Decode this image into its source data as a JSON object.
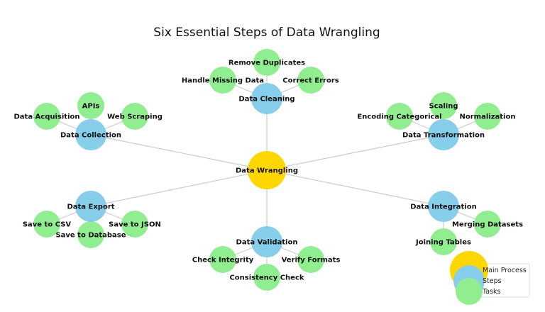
{
  "title": "Six Essential Steps of Data Wrangling",
  "colors": {
    "main": "#FFD700",
    "step": "#87CEEB",
    "task": "#90EE90",
    "edge": "#CCCCCC"
  },
  "main": "Data Wrangling",
  "steps": [
    {
      "label": "Data Cleaning",
      "tasks": [
        "Remove Duplicates",
        "Handle Missing Data",
        "Correct Errors"
      ]
    },
    {
      "label": "Data Collection",
      "tasks": [
        "APIs",
        "Data Acquisition",
        "Web Scraping"
      ]
    },
    {
      "label": "Data Transformation",
      "tasks": [
        "Scaling",
        "Encoding Categorical",
        "Normalization"
      ]
    },
    {
      "label": "Data Export",
      "tasks": [
        "Save to CSV",
        "Save to JSON",
        "Save to Database"
      ]
    },
    {
      "label": "Data Validation",
      "tasks": [
        "Check Integrity",
        "Verify Formats",
        "Consistency Check"
      ]
    },
    {
      "label": "Data Integration",
      "tasks": [
        "Merging Datasets",
        "Joining Tables"
      ]
    }
  ],
  "legend": [
    "Main Process",
    "Steps",
    "Tasks"
  ]
}
